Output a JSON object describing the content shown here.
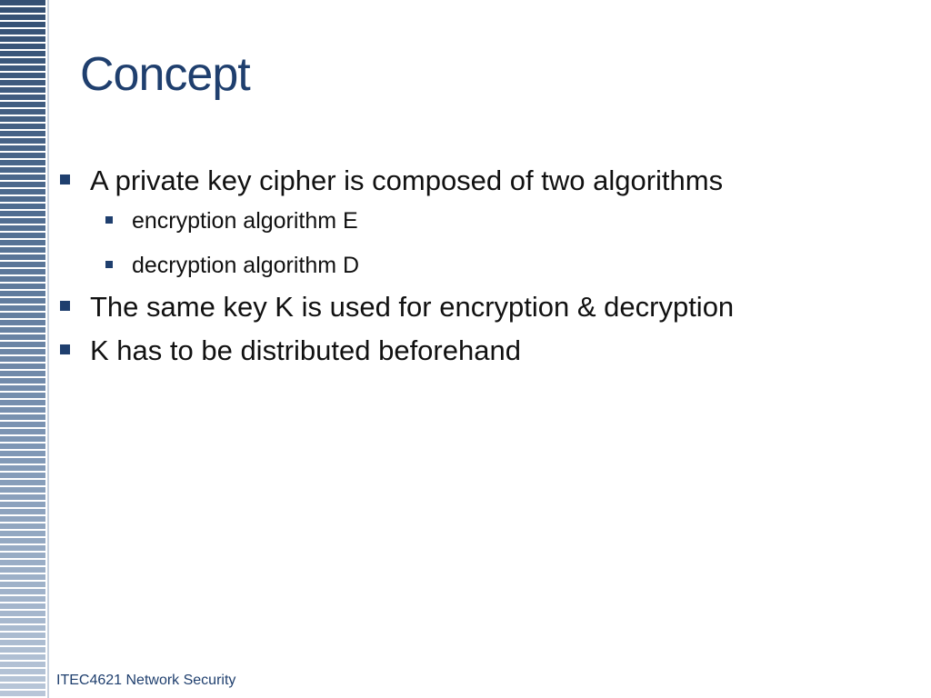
{
  "slide": {
    "title": "Concept",
    "bullets": [
      "A private key cipher is composed of two algorithms",
      "encryption algorithm E",
      "decryption algorithm D",
      "The same key K is used for encryption & decryption",
      "K has to be distributed beforehand"
    ],
    "footer": "ITEC4621 Network Security"
  },
  "colors": {
    "title": "#1f3f6e",
    "bullet_marker": "#1f3f6e",
    "body_text": "#111111",
    "stripe_dark": "#334f73",
    "stripe_light": "#b9c7d9"
  },
  "icons": {
    "bullet_marker": "square-bullet-icon"
  }
}
